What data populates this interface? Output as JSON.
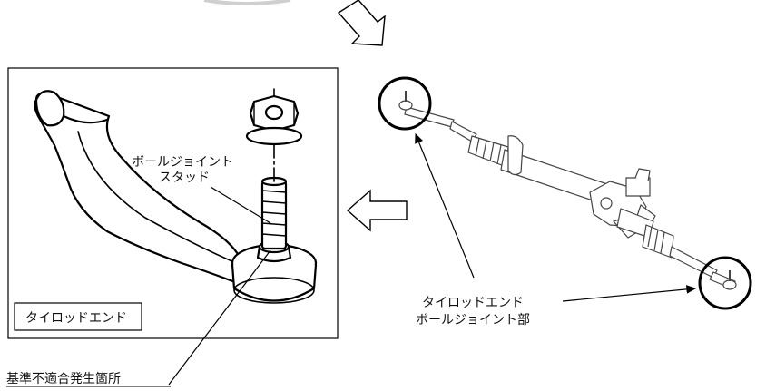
{
  "labels": {
    "stud": [
      "ボールジョイント",
      "スタッド"
    ],
    "tie_rod_end_box": "タイロッドエンド",
    "defect_location": "基準不適合発生箇所",
    "rack_callout": [
      "タイロッドエンド",
      "ボールジョイント部"
    ]
  },
  "colors": {
    "line": "#000000",
    "arrow_fill": "#ffffff",
    "text": "#111111"
  }
}
